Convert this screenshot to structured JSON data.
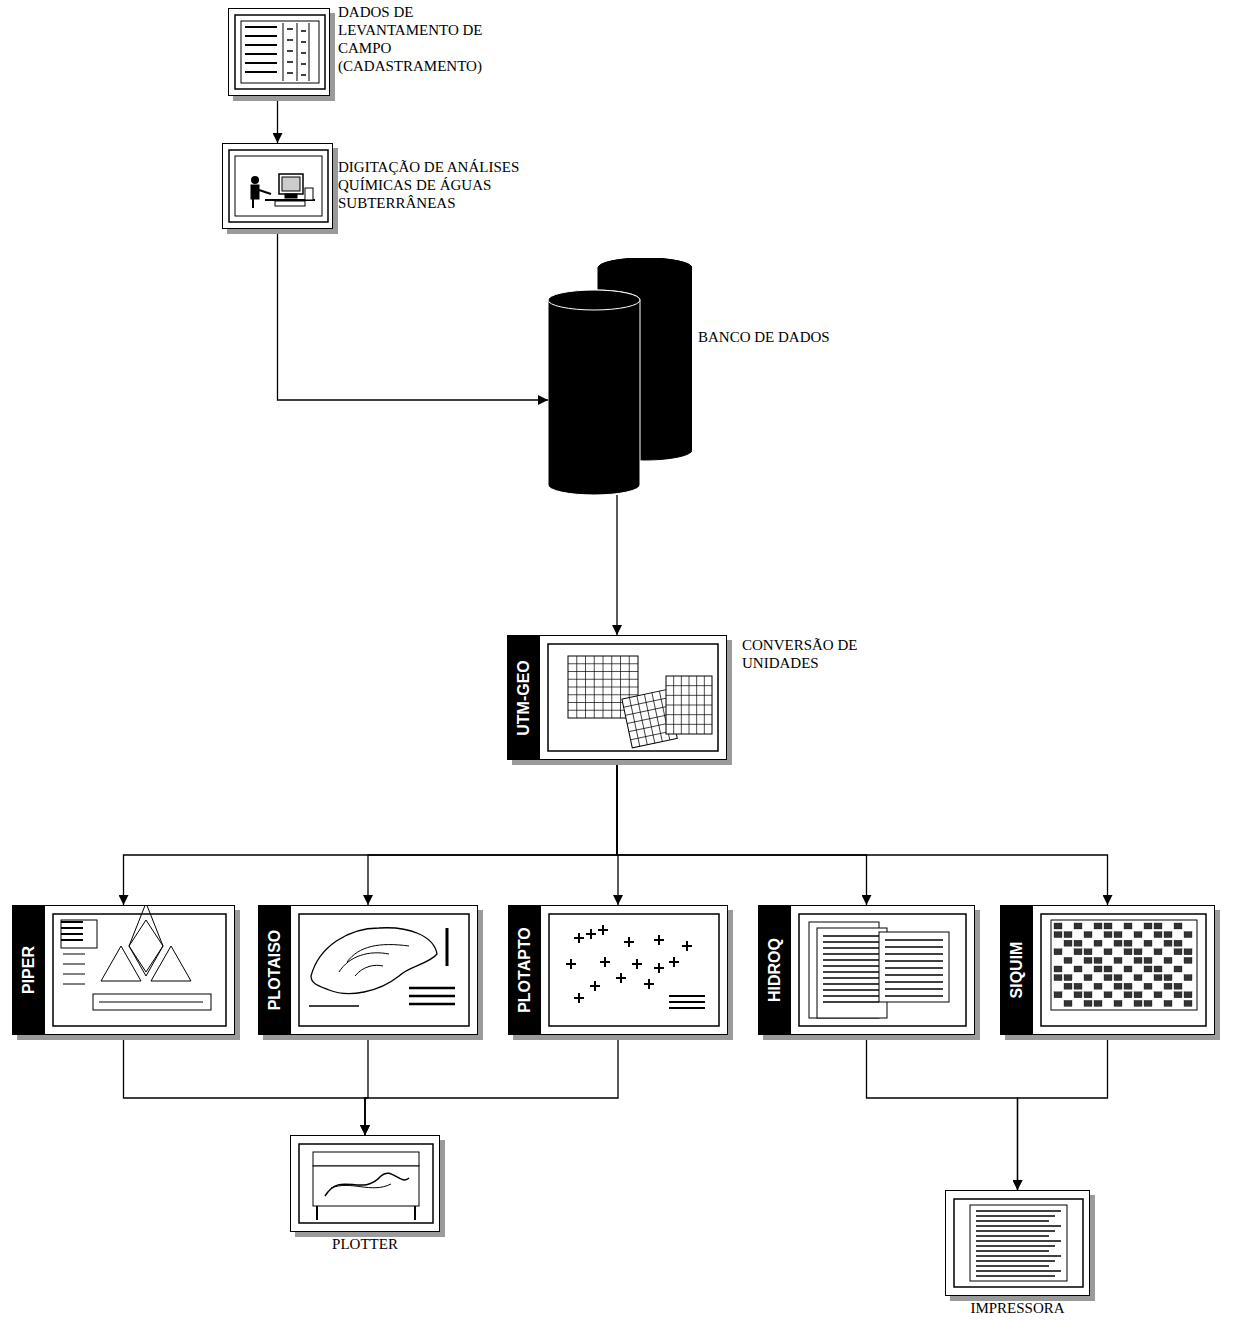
{
  "diagram": {
    "nodes": [
      {
        "text": [
          "DADOS DE LEVANTAMENTO DE CAMPO (CADASTRAMENTO)"
        ]
      },
      {
        "text": [
          "DIGITAÇÃO DE ANÁLISES QUÍMICAS DE ÁGUAS SUBTERRÂNEAS"
        ]
      },
      {
        "text": [
          "BANCO DE DADOS"
        ]
      },
      {
        "text": [
          "UTM-GEO",
          "CONVERSÃO DE UNIDADES"
        ]
      },
      {
        "text": [
          "PIPER"
        ]
      },
      {
        "text": [
          "PLOTAISO"
        ]
      },
      {
        "text": [
          "PLOTAPTO"
        ]
      },
      {
        "text": [
          "HIDROQ"
        ]
      },
      {
        "text": [
          "SIQUIM"
        ]
      },
      {
        "text": [
          "PLOTTER"
        ]
      },
      {
        "text": [
          "IMPRESSORA"
        ]
      }
    ],
    "edges": [
      {
        "from": 0,
        "to": 1,
        "arrow": "to"
      },
      {
        "from": 1,
        "to": 2,
        "arrow": "to"
      },
      {
        "from": 2,
        "to": 3,
        "arrow": "to"
      },
      {
        "from": 3,
        "to": 4,
        "arrow": "to"
      },
      {
        "from": 3,
        "to": 5,
        "arrow": "to"
      },
      {
        "from": 3,
        "to": 6,
        "arrow": "to"
      },
      {
        "from": 3,
        "to": 7,
        "arrow": "to"
      },
      {
        "from": 3,
        "to": 8,
        "arrow": "to"
      },
      {
        "from": 4,
        "to": 9,
        "arrow": "to"
      },
      {
        "from": 5,
        "to": 9,
        "arrow": "to"
      },
      {
        "from": 6,
        "to": 9,
        "arrow": "to"
      },
      {
        "from": 7,
        "to": 10,
        "arrow": "to"
      },
      {
        "from": 8,
        "to": 10,
        "arrow": "to"
      }
    ]
  }
}
